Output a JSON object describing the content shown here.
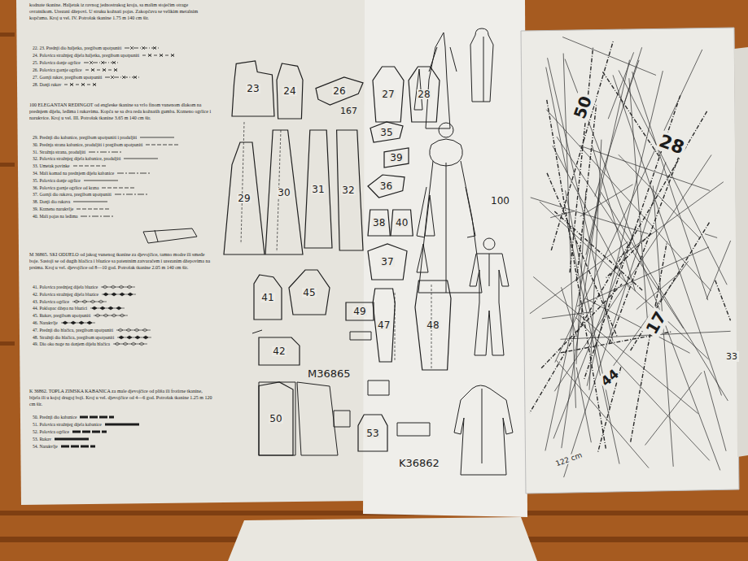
{
  "diagram": {
    "nodes": [
      {
        "text": [
          "23"
        ]
      },
      {
        "text": [
          "24"
        ]
      },
      {
        "text": [
          "26"
        ]
      },
      {
        "text": [
          "27"
        ]
      },
      {
        "text": [
          "28"
        ]
      },
      {
        "text": [
          "29"
        ]
      },
      {
        "text": [
          "30"
        ]
      },
      {
        "text": [
          "31"
        ]
      },
      {
        "text": [
          "32"
        ]
      },
      {
        "text": [
          "35"
        ]
      },
      {
        "text": [
          "39"
        ]
      },
      {
        "text": [
          "36"
        ]
      },
      {
        "text": [
          "38"
        ]
      },
      {
        "text": [
          "40"
        ]
      },
      {
        "text": [
          "37"
        ]
      },
      {
        "text": [
          "41"
        ]
      },
      {
        "text": [
          "45"
        ]
      },
      {
        "text": [
          "49"
        ]
      },
      {
        "text": [
          "42"
        ]
      },
      {
        "text": [
          "47"
        ]
      },
      {
        "text": [
          "48"
        ]
      },
      {
        "text": [
          "50"
        ]
      },
      {
        "text": [
          "53"
        ]
      }
    ],
    "labels": [
      "kodnate tkanine. Haljetak iz ravnog jednostrukog kroja, sa malim stoječim otrage ovratnikom. Urezani džepovi. U struku kožnati pojas. Zakopčava se velikim metalnim kopčama. Kroj u vel. IV. Potrošak tkanine 1.75 m 140 cm šir.",
      "100 ELEGANTAN REDINGOT od engleske tkanine sa vrlo finom vunenom dlakom na prednjem dijelu, leđima i rukavima. Kopča se sa dva reda kožnatih gumba. Krzneno ogrlice i narukvice. Kroj u vel. III. Potrošak tkanine 3.65 m 140 cm šir.",
      "M 36865. SKI ODIJELO od jakog vunenog tkanine za djevojčice, tamno modre ili smeđe boje. Sastoji se od dugih hlačica i bluzice sa patentnim zatvaračem i urezanim džepovima na prsima. Kroj u vel. djevojčice od 8—10 god. Potrošak tkanine 2.05 m 140 cm šir.",
      "K 36862. TOPLA ZIMSKA KABANICA za male djevojčice od pliša ili frotirne tkanine, bijela ili u kojoj drugoj boji. Kroj u vel. djevojčice od 4—6 god. Potrošak tkanine 1.25 m 120 cm šir.",
      "167",
      "100",
      "M36865",
      "K36862",
      "50",
      "28",
      "17",
      "44",
      "33",
      "122 cm"
    ],
    "legend": [
      {
        "text": "22. 23. Prednji dio haljetka, pregibom upotpuniti"
      },
      {
        "text": "24. Polovica stražnjeg dijela haljetka, pregibom upotpuniti"
      },
      {
        "text": "25. Polovica donje ogrlice"
      },
      {
        "text": "26. Polovica gornje ogrlice"
      },
      {
        "text": "27. Gornji rukav, pregibom upotpuniti"
      },
      {
        "text": "28. Donji rukav"
      },
      {
        "text": "29. Prednji dio kabanice, pregibom upotpuniti i produljiti"
      },
      {
        "text": "30. Prednja strana kabanice, produljiti i pregibom upotpuniti"
      },
      {
        "text": "31. Stražnja strana, produljiti"
      },
      {
        "text": "32. Polovica stražnjeg dijela kabanice, produljiti"
      },
      {
        "text": "33. Umetak povinke"
      },
      {
        "text": "34. Mali komad na prednjem dijelu kabanice"
      },
      {
        "text": "35. Polovica donje ogrlice"
      },
      {
        "text": "36. Polovica gornje ogrlice od krzna"
      },
      {
        "text": "37. Gornji dio rukava, pregibom upotpuniti"
      },
      {
        "text": "38. Donji dio rukava"
      },
      {
        "text": "39. Krzneno narukvlje"
      },
      {
        "text": "40. Mali pojas na leđima"
      },
      {
        "text": "41. Polovica prednjeg dijela bluzice"
      },
      {
        "text": "42. Polovica stražnjeg dijela bluzice"
      },
      {
        "text": "43. Polovica ogrlice"
      },
      {
        "text": "44. Poklopac džepa na bluzici"
      },
      {
        "text": "45. Rukav, pregibom upotpuniti"
      },
      {
        "text": "46. Narukvlje"
      },
      {
        "text": "47. Prednji dio hlačica, pregibom upotpuniti"
      },
      {
        "text": "48. Stražnji dio hlačica, pregibom upotpuniti"
      },
      {
        "text": "49. Dio oko noge na donjem dijelu hlačica"
      },
      {
        "text": "50. Prednji dio kabanice"
      },
      {
        "text": "51. Polovica stražnjeg dijela kabanice"
      },
      {
        "text": "52. Polovica ogrlice"
      },
      {
        "text": "53. Rukav"
      },
      {
        "text": "54. Narukvlje"
      }
    ]
  }
}
